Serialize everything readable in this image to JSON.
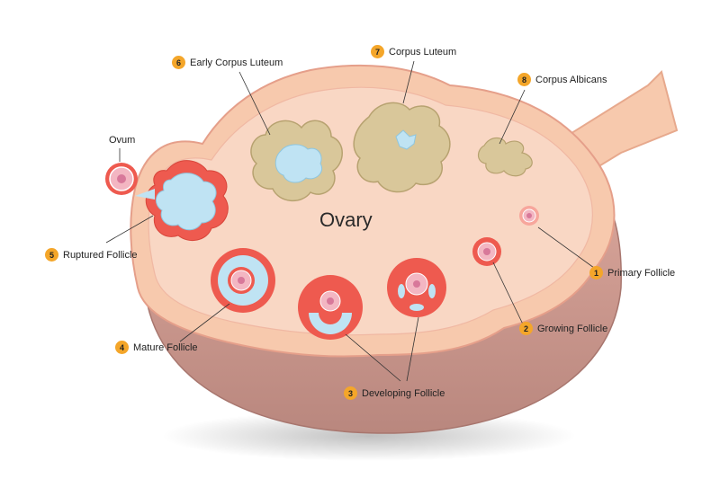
{
  "diagram": {
    "title": "Ovary",
    "labels": [
      {
        "number": "1",
        "text": "Primary Follicle"
      },
      {
        "number": "2",
        "text": "Growing Follicle"
      },
      {
        "number": "3",
        "text": "Developing Follicle"
      },
      {
        "number": "4",
        "text": "Mature Follicle"
      },
      {
        "number": "5",
        "text": "Ruptured Follicle"
      },
      {
        "number": "6",
        "text": "Early Corpus Luteum"
      },
      {
        "number": "7",
        "text": "Corpus Luteum"
      },
      {
        "number": "8",
        "text": "Corpus Albicans"
      }
    ],
    "ovum_label": "Ovum",
    "colors": {
      "outer_tissue": "#c98e86",
      "cortex": "#f7c9ad",
      "medulla": "#f8d3bd",
      "follicle_red": "#ee5a4f",
      "fluid_blue": "#bfe3f3",
      "luteum": "#d9c79a",
      "badge": "#f4a62a"
    }
  }
}
